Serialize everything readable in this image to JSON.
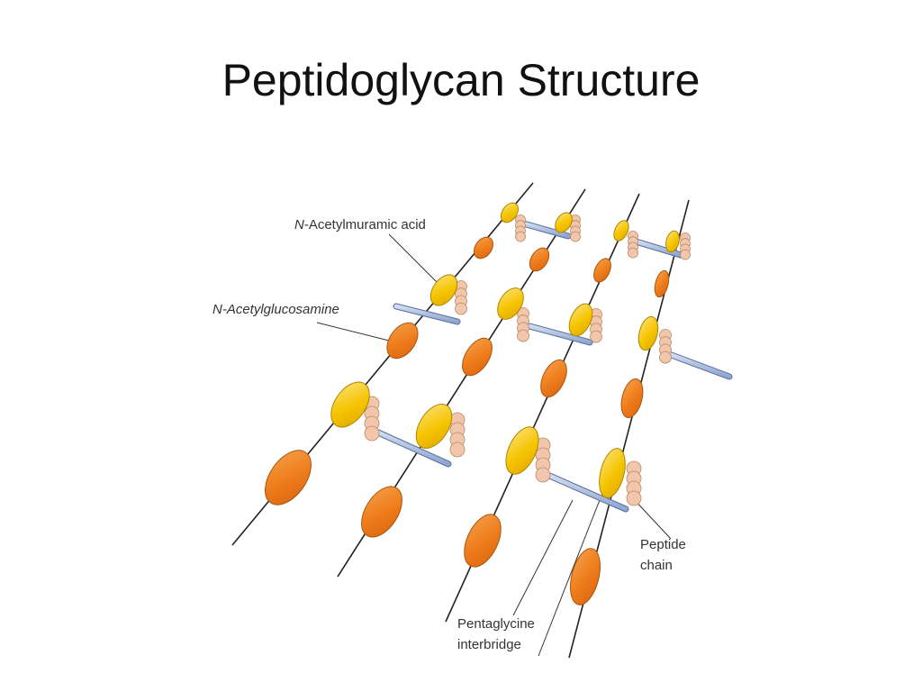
{
  "title": "Peptidoglycan Structure",
  "labels": {
    "nam_prefix": "N",
    "nam_rest": "-Acetylmuramic acid",
    "nag": "N-Acetylglucosamine",
    "peptide_line1": "Peptide",
    "peptide_line2": "chain",
    "penta_line1": "Pentaglycine",
    "penta_line2": "interbridge"
  },
  "colors": {
    "nam_sugar": "#f5c400",
    "nag_sugar": "#ee7b1a",
    "bridge": "#a8bde0",
    "amino_acid": "#f2c6aa",
    "backbone": "#222222"
  }
}
